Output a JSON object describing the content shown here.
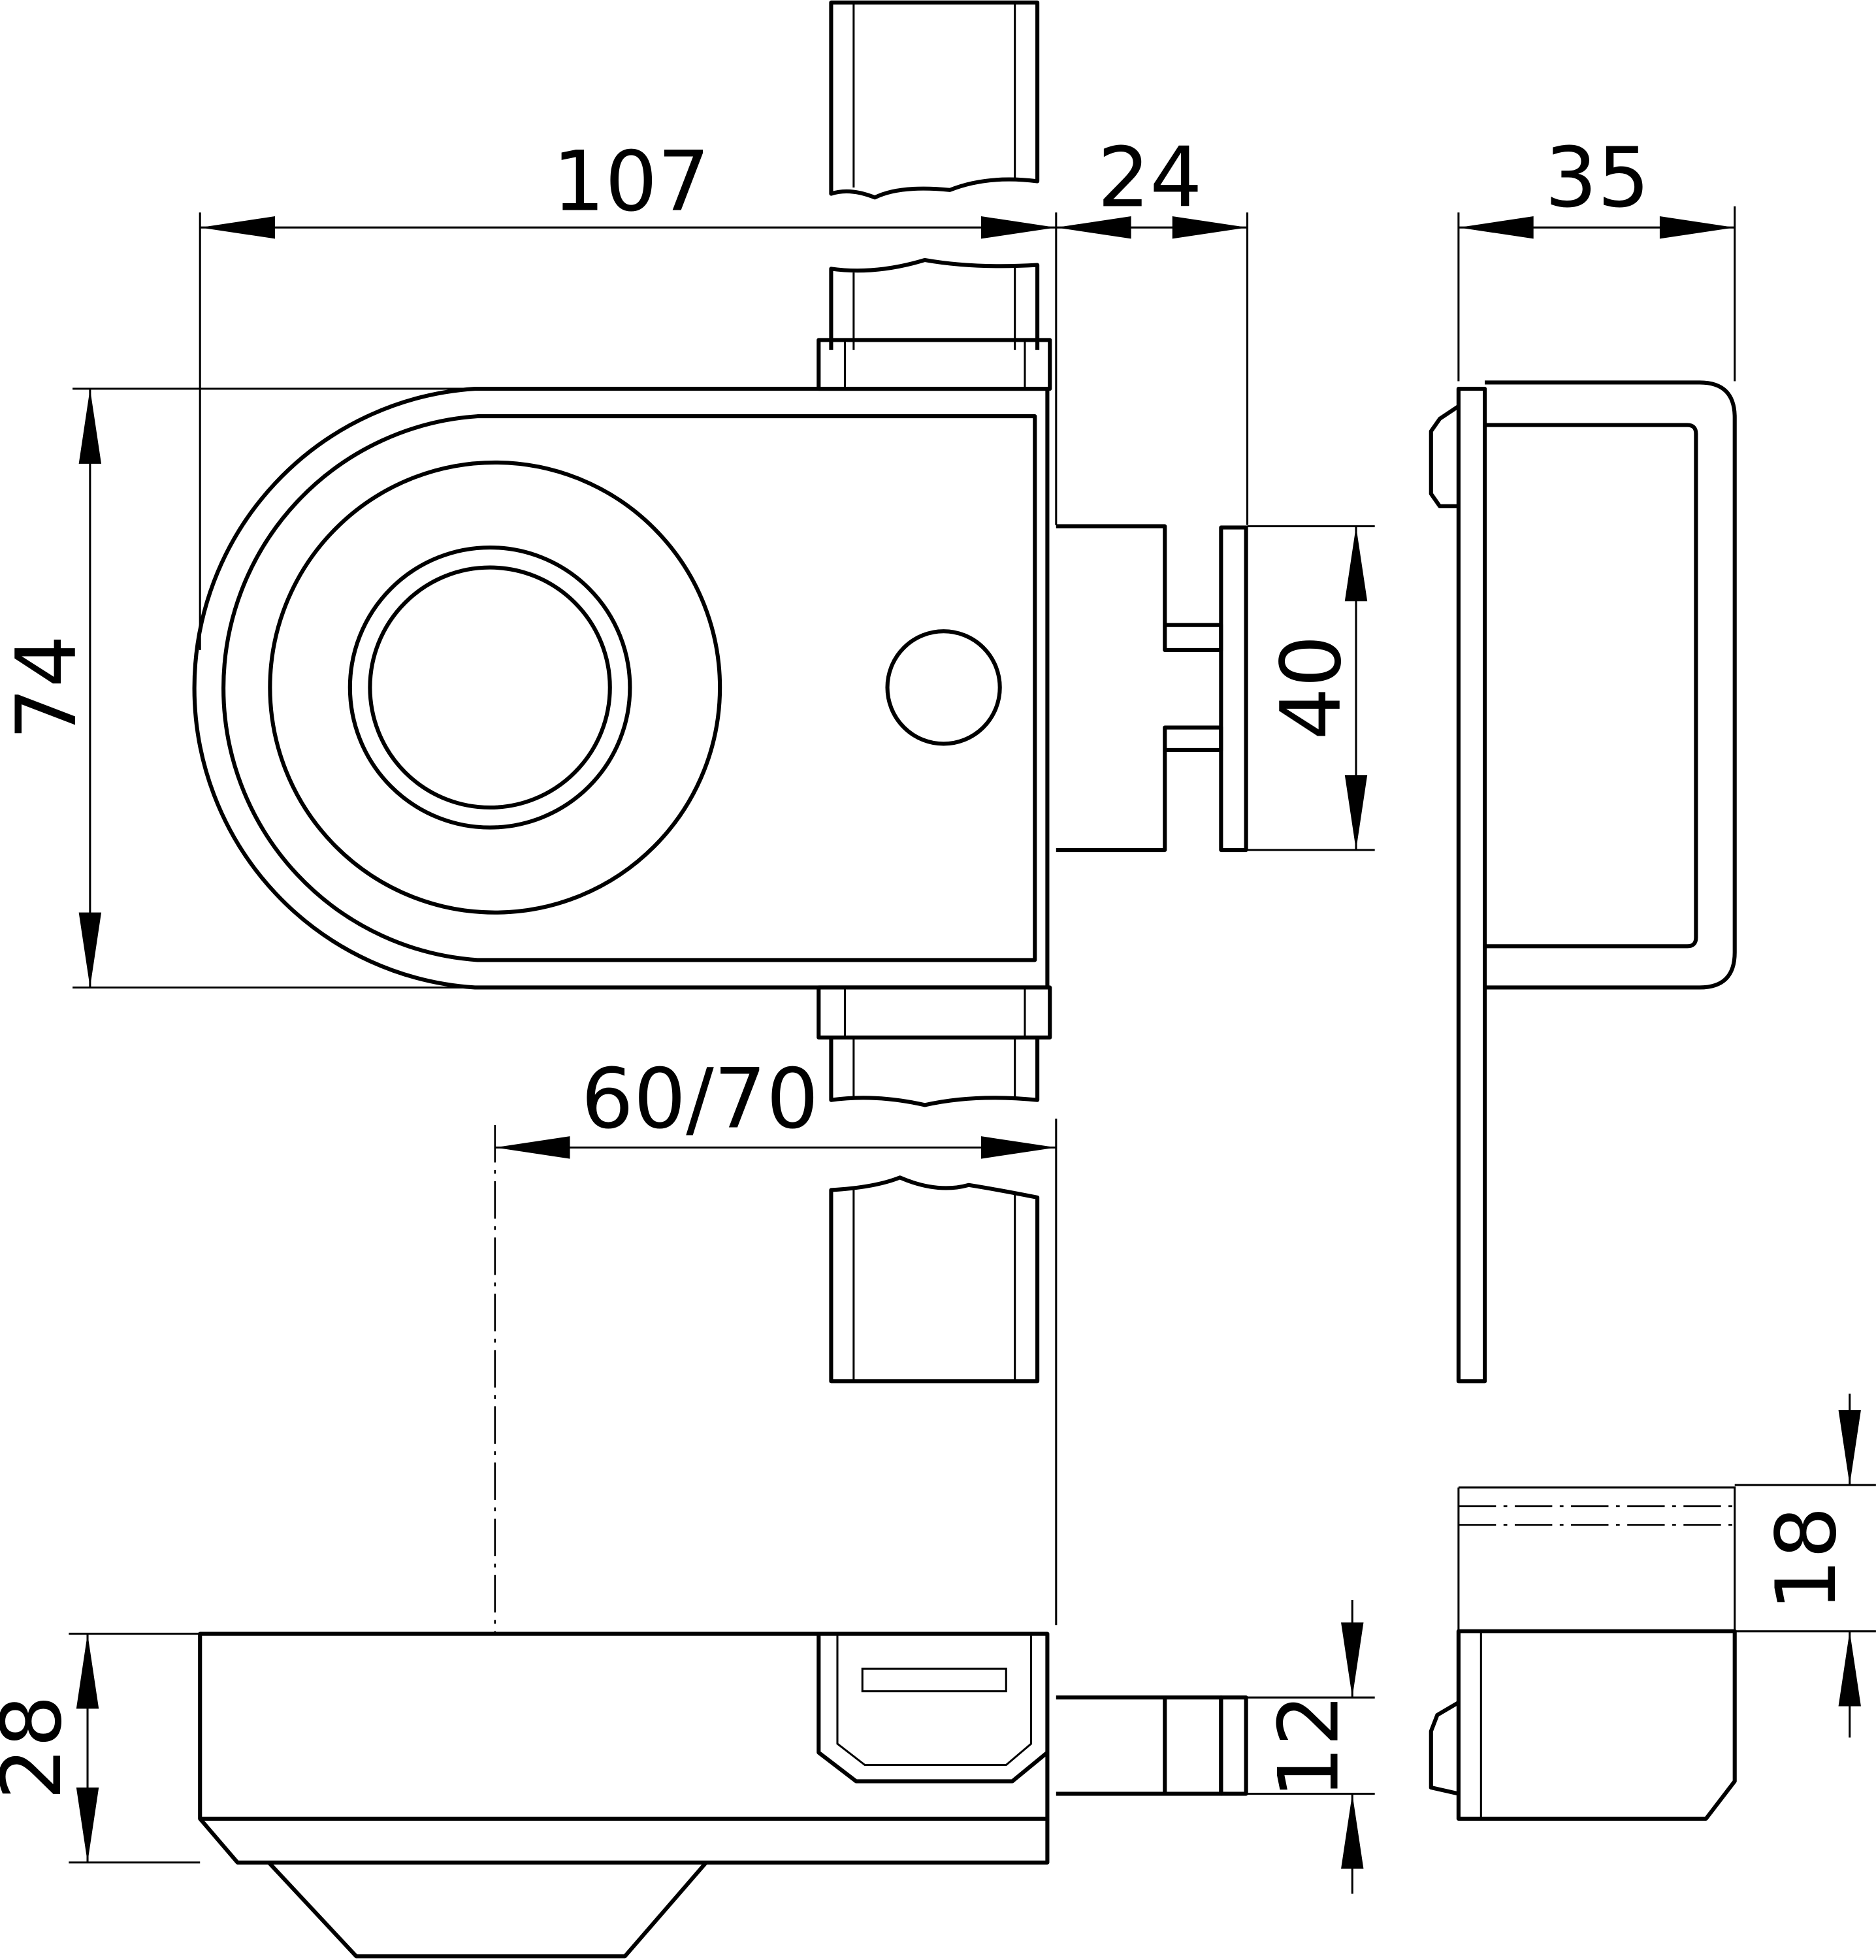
{
  "drawing": {
    "title": "Lock dimensional drawing",
    "dimensions": {
      "width_overall": "107",
      "bolt_projection": "24",
      "depth_side": "35",
      "height_body": "74",
      "bolt_height": "40",
      "backset": "60/70",
      "keeper_height": "18",
      "body_thickness": "28",
      "bolt_thickness": "12"
    }
  }
}
